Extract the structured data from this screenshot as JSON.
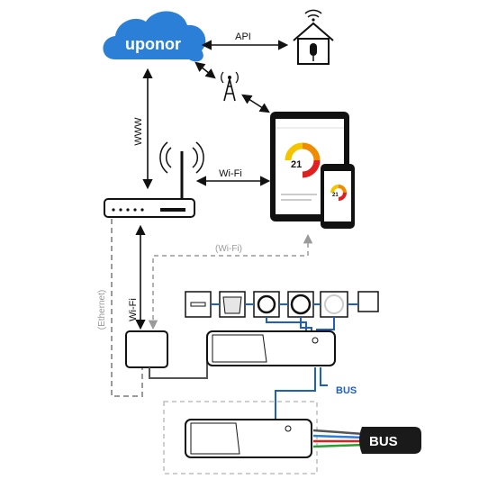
{
  "cloud": {
    "brand": "uponor"
  },
  "labels": {
    "api": "API",
    "www": "WWW",
    "wifi_router_tablet": "Wi-Fi",
    "wifi_gray": "(Wi-Fi)",
    "ethernet": "(Ethernet)",
    "wifi_vertical": "Wi-Fi",
    "bus_link": "BUS",
    "bus_cable": "BUS"
  },
  "tablet": {
    "temperature": "21"
  },
  "phone": {
    "temperature": "21"
  },
  "colors": {
    "cloud": "#2b7fd6",
    "bus_line": "#1f5fbf",
    "dashed": "#9a9a9a",
    "gauge_yellow": "#f5c400",
    "gauge_orange": "#f08a00",
    "gauge_red": "#e02020"
  },
  "icons": [
    "cloud-icon",
    "smart-home-icon",
    "cell-tower-icon",
    "router-icon",
    "tablet-icon",
    "smartphone-icon",
    "gateway-icon",
    "controller-icon",
    "cable-icon"
  ]
}
